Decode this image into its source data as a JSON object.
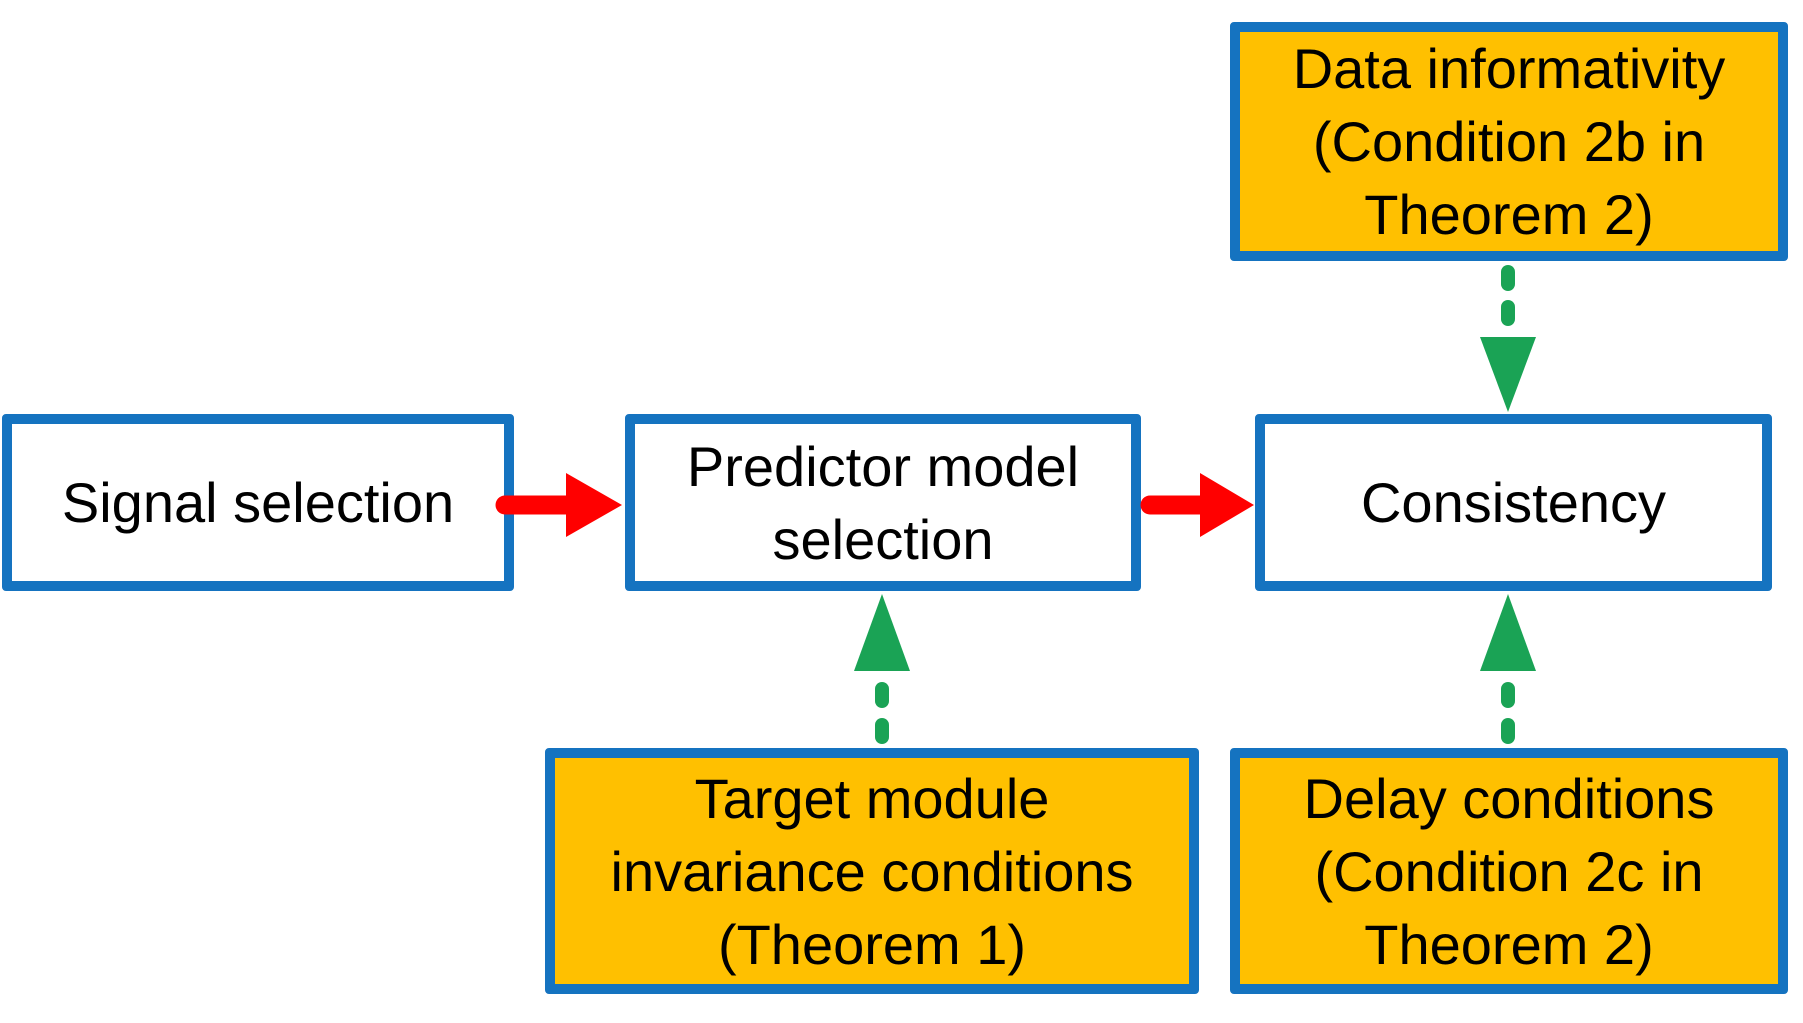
{
  "diagram": {
    "background": "#FFFFFF",
    "colors": {
      "background": "#FFFFFF",
      "box_border": "#1573C0",
      "process_box_fill": "#FFFFFF",
      "condition_box_fill": "#FFC000",
      "flow_arrow": "#FF0000",
      "condition_arrow": "#1AA355",
      "text": "#000000"
    },
    "process_boxes": [
      {
        "id": "signal-selection",
        "label": "Signal selection",
        "lines": [
          "Signal selection"
        ]
      },
      {
        "id": "predictor-model-selection",
        "label": "Predictor model selection",
        "lines": [
          "Predictor model",
          "selection"
        ]
      },
      {
        "id": "consistency",
        "label": "Consistency",
        "lines": [
          "Consistency"
        ]
      }
    ],
    "condition_boxes": [
      {
        "id": "data-informativity",
        "label": "Data informativity (Condition 2b in Theorem 2)",
        "lines": [
          "Data informativity",
          "(Condition 2b in",
          "Theorem 2)"
        ]
      },
      {
        "id": "target-module-invariance",
        "label": "Target module invariance conditions (Theorem 1)",
        "lines": [
          "Target module",
          "invariance conditions",
          "(Theorem 1)"
        ]
      },
      {
        "id": "delay-conditions",
        "label": "Delay conditions (Condition 2c in Theorem 2)",
        "lines": [
          "Delay conditions",
          "(Condition 2c in",
          "Theorem 2)"
        ]
      }
    ],
    "arrows": [
      {
        "id": "signal-to-predictor",
        "type": "flow",
        "style": "solid",
        "direction": "right"
      },
      {
        "id": "predictor-to-consistency",
        "type": "flow",
        "style": "solid",
        "direction": "right"
      },
      {
        "id": "data-informativity-to-consistency",
        "type": "condition",
        "style": "dashed",
        "direction": "down"
      },
      {
        "id": "target-module-to-predictor",
        "type": "condition",
        "style": "dashed",
        "direction": "up"
      },
      {
        "id": "delay-to-consistency",
        "type": "condition",
        "style": "dashed",
        "direction": "up"
      }
    ]
  }
}
